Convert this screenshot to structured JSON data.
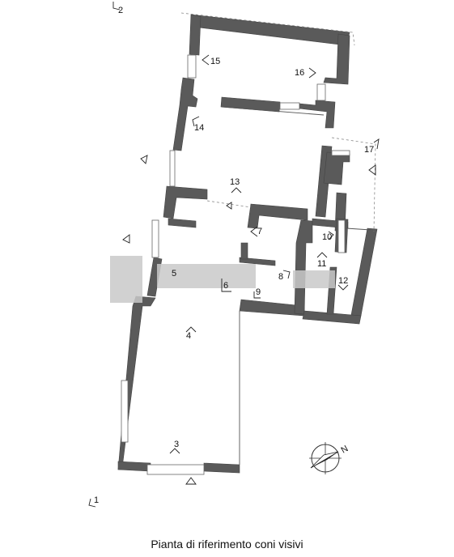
{
  "caption": "Pianta di riferimento coni visivi",
  "viewpoints": [
    {
      "id": "vp1",
      "label": "1"
    },
    {
      "id": "vp2",
      "label": "2"
    },
    {
      "id": "vp3",
      "label": "3"
    },
    {
      "id": "vp4",
      "label": "4"
    },
    {
      "id": "vp5",
      "label": "5"
    },
    {
      "id": "vp6",
      "label": "6"
    },
    {
      "id": "vp7",
      "label": "7"
    },
    {
      "id": "vp8",
      "label": "8"
    },
    {
      "id": "vp9",
      "label": "9"
    },
    {
      "id": "vp10",
      "label": "10"
    },
    {
      "id": "vp11",
      "label": "11"
    },
    {
      "id": "vp12",
      "label": "12"
    },
    {
      "id": "vp13",
      "label": "13"
    },
    {
      "id": "vp14",
      "label": "14"
    },
    {
      "id": "vp15",
      "label": "15"
    },
    {
      "id": "vp16",
      "label": "16"
    },
    {
      "id": "vp17",
      "label": "17"
    }
  ],
  "compass": {
    "label": "N"
  },
  "colors": {
    "wall": "#5a5a5a",
    "window": "#ffffff",
    "blur": "#c9c9c9"
  }
}
